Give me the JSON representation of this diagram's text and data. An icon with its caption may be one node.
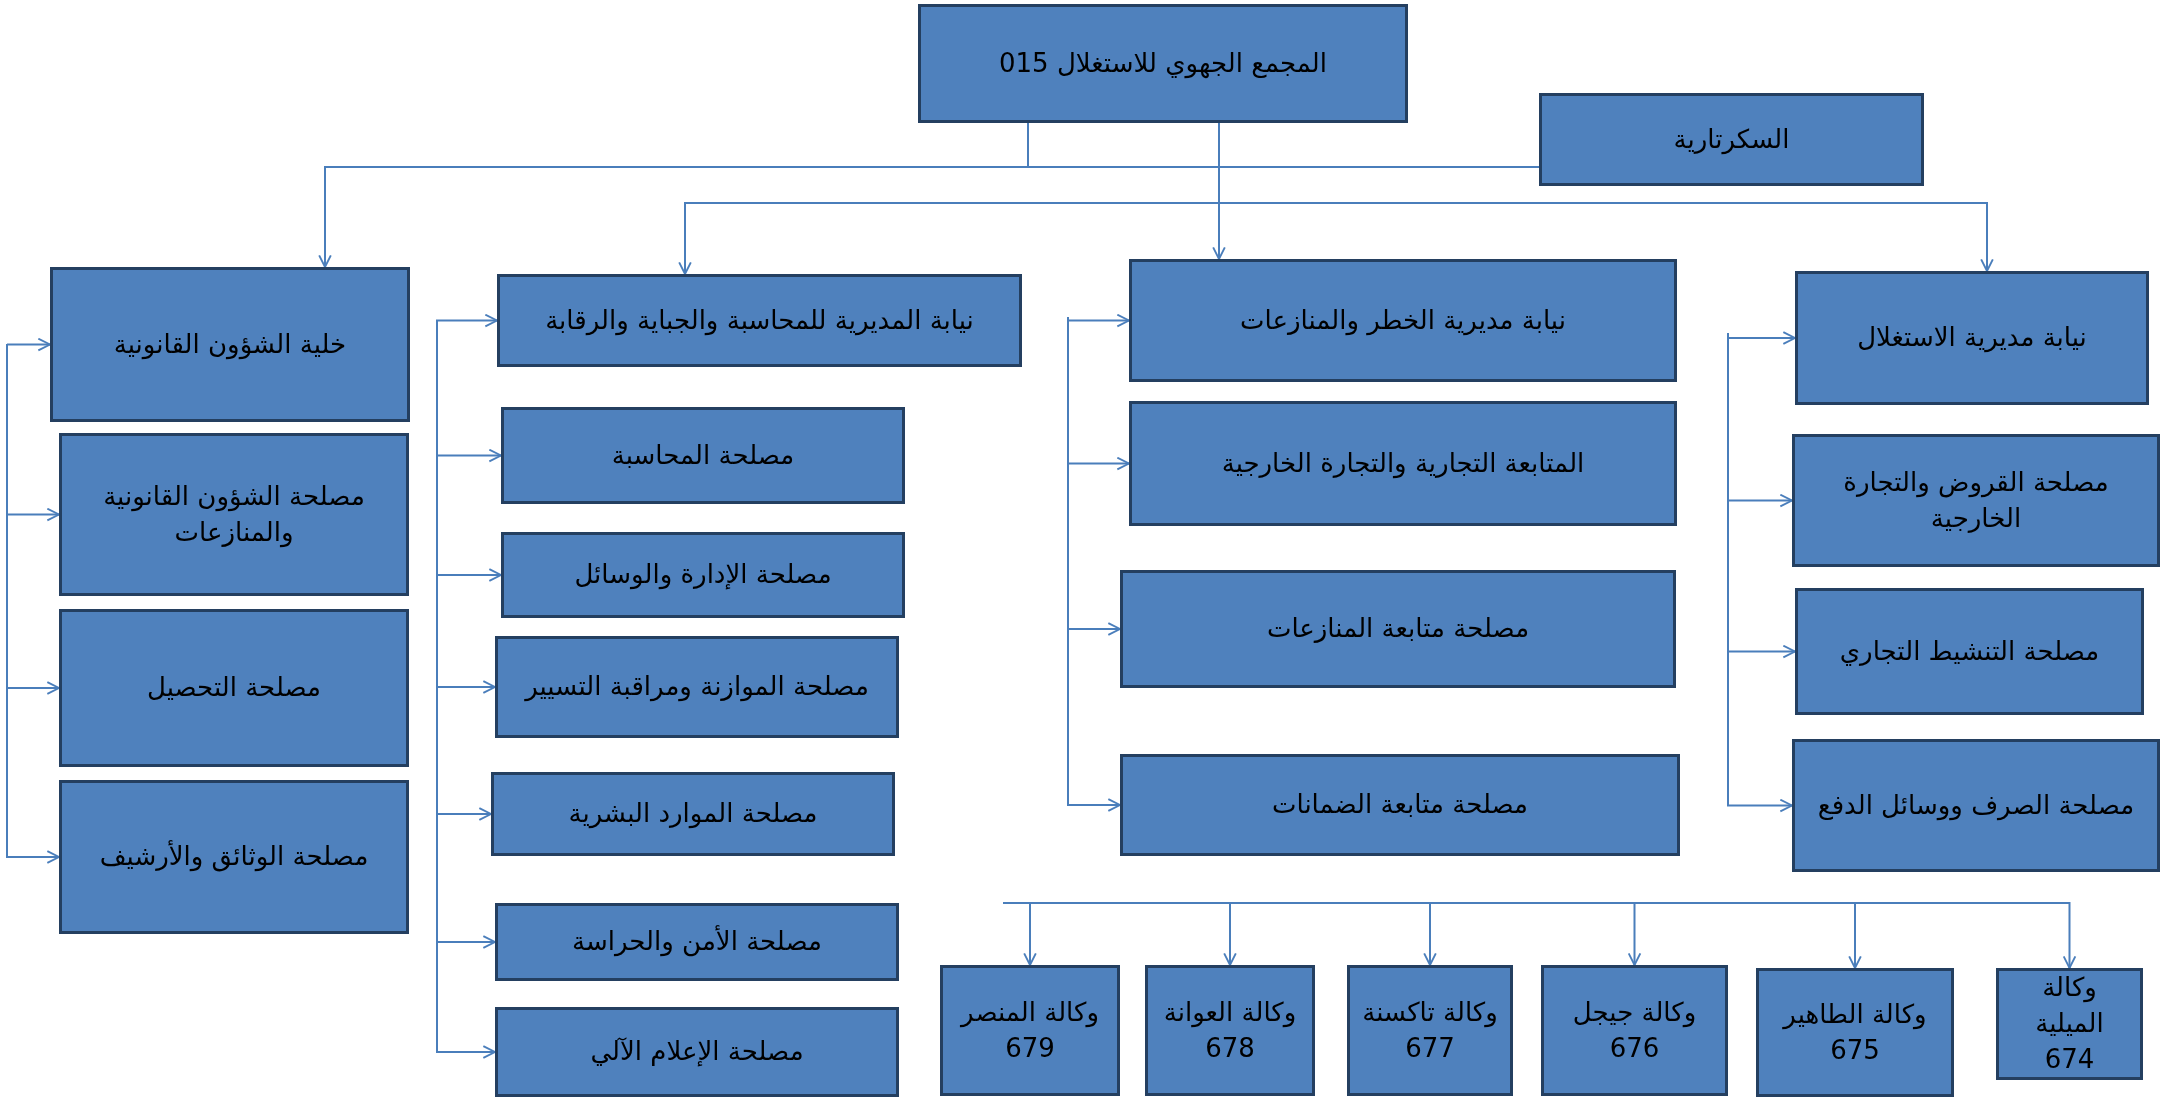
{
  "diagram": {
    "nodes": [
      {
        "text": [
          "المجمع الجهوي للاستغلال 015"
        ]
      },
      {
        "text": [
          "السكرتارية"
        ]
      },
      {
        "text": [
          "خلية الشؤون القانونية"
        ]
      },
      {
        "text": [
          "مصلحة الشؤون القانونية والمنازعات"
        ]
      },
      {
        "text": [
          "مصلحة التحصيل"
        ]
      },
      {
        "text": [
          "مصلحة الوثائق والأرشيف"
        ]
      },
      {
        "text": [
          "نيابة المديرية للمحاسبة والجباية والرقابة"
        ]
      },
      {
        "text": [
          "مصلحة المحاسبة"
        ]
      },
      {
        "text": [
          "مصلحة الإدارة والوسائل"
        ]
      },
      {
        "text": [
          "مصلحة الموازنة ومراقبة التسيير"
        ]
      },
      {
        "text": [
          "مصلحة الموارد البشرية"
        ]
      },
      {
        "text": [
          "مصلحة الأمن والحراسة"
        ]
      },
      {
        "text": [
          "مصلحة الإعلام الآلي"
        ]
      },
      {
        "text": [
          "نيابة مديرية الخطر والمنازعات"
        ]
      },
      {
        "text": [
          "المتابعة التجارية والتجارة الخارجية"
        ]
      },
      {
        "text": [
          "مصلحة متابعة المنازعات"
        ]
      },
      {
        "text": [
          "مصلحة متابعة الضمانات"
        ]
      },
      {
        "text": [
          "نيابة مديرية الاستغلال"
        ]
      },
      {
        "text": [
          "مصلحة القروض والتجارة الخارجية"
        ]
      },
      {
        "text": [
          "مصلحة التنشيط التجاري"
        ]
      },
      {
        "text": [
          "مصلحة الصرف ووسائل الدفع"
        ]
      },
      {
        "text": [
          "وكالة المنصر 679"
        ]
      },
      {
        "text": [
          "وكالة العوانة 678"
        ]
      },
      {
        "text": [
          "وكالة تاكسنة 677"
        ]
      },
      {
        "text": [
          "وكالة جيجل 676"
        ]
      },
      {
        "text": [
          "وكالة الطاهير 675"
        ]
      },
      {
        "text": [
          "وكالة الميلية 674"
        ]
      }
    ],
    "edges": [
      {
        "from": 0,
        "to": 2,
        "arrow": "to"
      },
      {
        "from": 0,
        "to": 1,
        "arrow": "none"
      },
      {
        "from": 0,
        "to": 6,
        "arrow": "to"
      },
      {
        "from": 0,
        "to": 13,
        "arrow": "to"
      },
      {
        "from": 0,
        "to": 17,
        "arrow": "to"
      },
      {
        "from": null,
        "to": 2,
        "arrow": "to"
      },
      {
        "from": null,
        "to": 3,
        "arrow": "to"
      },
      {
        "from": null,
        "to": 4,
        "arrow": "to"
      },
      {
        "from": null,
        "to": 5,
        "arrow": "to"
      },
      {
        "from": null,
        "to": 6,
        "arrow": "to"
      },
      {
        "from": null,
        "to": 7,
        "arrow": "to"
      },
      {
        "from": null,
        "to": 8,
        "arrow": "to"
      },
      {
        "from": null,
        "to": 9,
        "arrow": "to"
      },
      {
        "from": null,
        "to": 10,
        "arrow": "to"
      },
      {
        "from": null,
        "to": 11,
        "arrow": "to"
      },
      {
        "from": null,
        "to": 12,
        "arrow": "to"
      },
      {
        "from": null,
        "to": 13,
        "arrow": "to"
      },
      {
        "from": null,
        "to": 14,
        "arrow": "to"
      },
      {
        "from": null,
        "to": 15,
        "arrow": "to"
      },
      {
        "from": null,
        "to": 16,
        "arrow": "to"
      },
      {
        "from": null,
        "to": 17,
        "arrow": "to"
      },
      {
        "from": null,
        "to": 18,
        "arrow": "to"
      },
      {
        "from": null,
        "to": 19,
        "arrow": "to"
      },
      {
        "from": null,
        "to": 20,
        "arrow": "to"
      },
      {
        "from": null,
        "to": 21,
        "arrow": "to"
      },
      {
        "from": null,
        "to": 22,
        "arrow": "to"
      },
      {
        "from": null,
        "to": 23,
        "arrow": "to"
      },
      {
        "from": null,
        "to": 24,
        "arrow": "to"
      },
      {
        "from": null,
        "to": 25,
        "arrow": "to"
      },
      {
        "from": null,
        "to": 26,
        "arrow": "to"
      }
    ]
  }
}
